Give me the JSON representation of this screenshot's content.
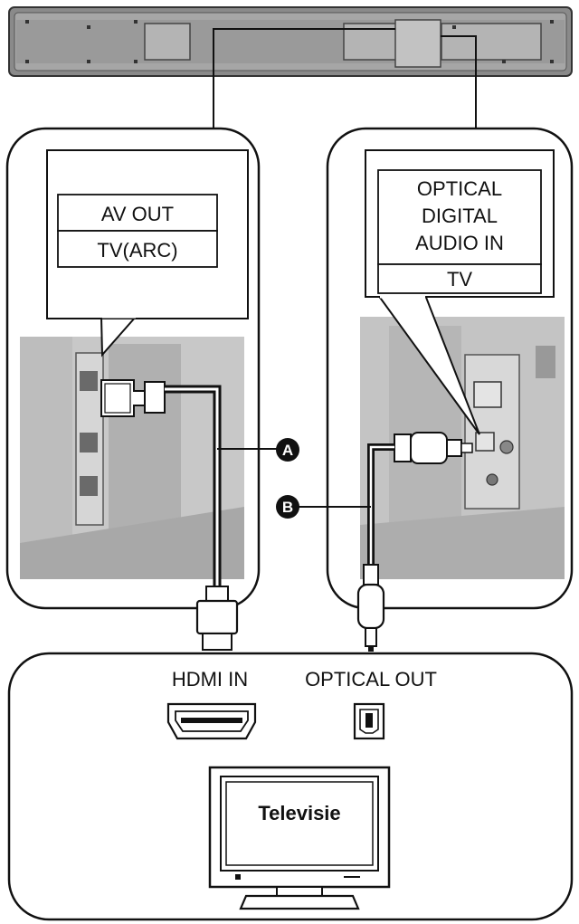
{
  "left_panel": {
    "label_top": "AV OUT",
    "label_bottom": "TV(ARC)"
  },
  "right_panel": {
    "label_line1": "OPTICAL",
    "label_line2": "DIGITAL",
    "label_line3": "AUDIO IN",
    "label_bottom": "TV"
  },
  "callouts": {
    "a": "A",
    "b": "B"
  },
  "tv_panel": {
    "hdmi_in": "HDMI IN",
    "optical_out": "OPTICAL OUT",
    "screen_label": "Televisie"
  }
}
